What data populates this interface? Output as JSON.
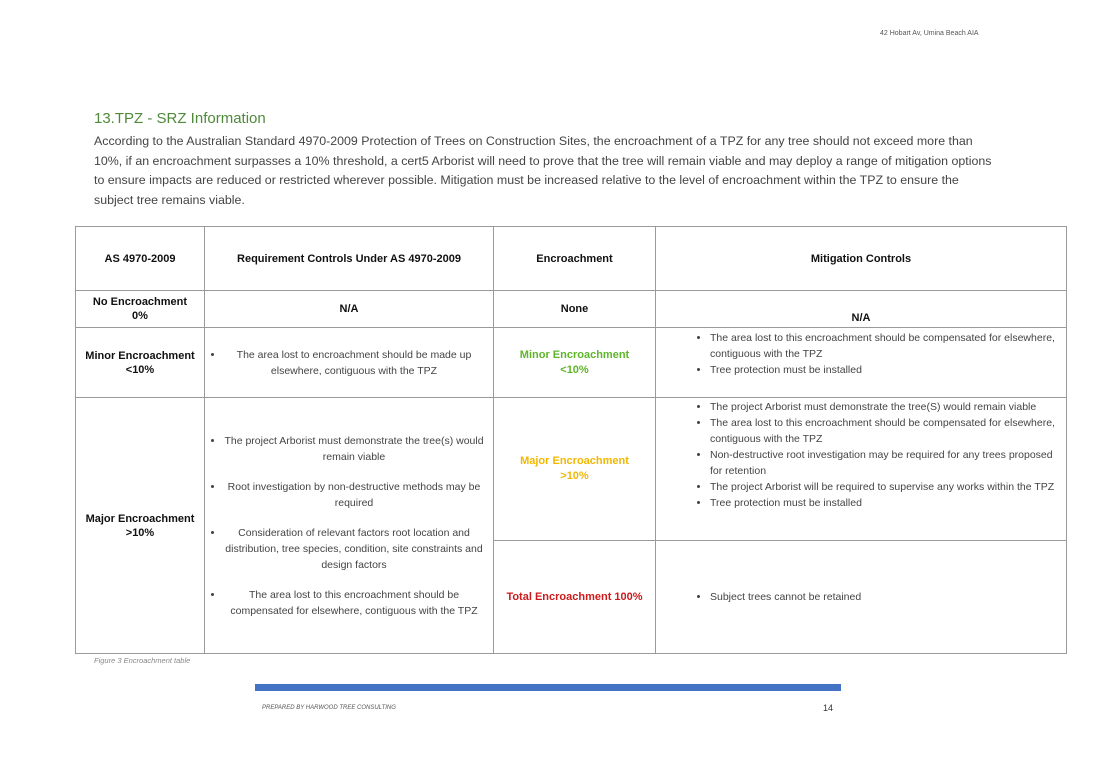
{
  "header": {
    "address": "42 Hobart Av, Umina Beach AIA"
  },
  "section": {
    "title": "13.TPZ - SRZ Information",
    "intro": "According to the Australian Standard 4970-2009 Protection of Trees on Construction Sites, the encroachment of a TPZ for any tree should not exceed more than 10%, if an encroachment surpasses a 10% threshold, a cert5 Arborist will need to prove that the tree will remain viable and may deploy a range of mitigation options to ensure impacts are reduced or restricted wherever possible. Mitigation must be increased relative to the level of encroachment within the TPZ to ensure the subject tree remains viable."
  },
  "table": {
    "headers": [
      "AS 4970-2009",
      "Requirement Controls Under AS 4970-2009",
      "Encroachment",
      "Mitigation Controls"
    ],
    "row_no": {
      "level_line1": "No Encroachment",
      "level_line2": "0%",
      "requirement": "N/A",
      "encroachment": "None",
      "mitigation": "N/A"
    },
    "row_minor": {
      "level_line1": "Minor Encroachment",
      "level_line2": "<10%",
      "requirements": [
        "The area lost to encroachment should be made up elsewhere, contiguous with the TPZ"
      ],
      "encroachment_line1": "Minor Encroachment",
      "encroachment_line2": "<10%",
      "mitigations": [
        "The area lost to this encroachment should be compensated for elsewhere, contiguous with the TPZ",
        "Tree protection must be installed"
      ]
    },
    "row_major": {
      "level_line1": "Major Encroachment",
      "level_line2": ">10%",
      "requirements": [
        "The project Arborist must demonstrate the tree(s) would remain viable",
        "Root investigation by non-destructive methods may be required",
        "Consideration of relevant factors root location and distribution, tree species, condition, site constraints and design factors",
        "The area lost to this encroachment should be compensated for elsewhere, contiguous with the TPZ"
      ],
      "encroachment_line1": "Major Encroachment",
      "encroachment_line2": ">10%",
      "mitigations": [
        "The project Arborist must demonstrate the tree(S) would remain viable",
        "The area lost to this encroachment should be compensated for elsewhere, contiguous with the TPZ",
        "Non-destructive root investigation may be required for any trees proposed for retention",
        "The project Arborist will be required to supervise any works within the TPZ",
        "Tree protection must be installed"
      ]
    },
    "row_total": {
      "encroachment": "Total Encroachment 100%",
      "mitigations": [
        "Subject trees cannot be retained"
      ]
    }
  },
  "caption": "Figure 3 Encroachment table",
  "footer": {
    "prepared_by": "PREPARED BY HARWOOD TREE CONSULTING",
    "page_number": "14"
  },
  "colors": {
    "title": "#4f8a3a",
    "minor": "#5fb52a",
    "major": "#f2b800",
    "total": "#cc1b1b",
    "footer_bar": "#4472c4"
  }
}
